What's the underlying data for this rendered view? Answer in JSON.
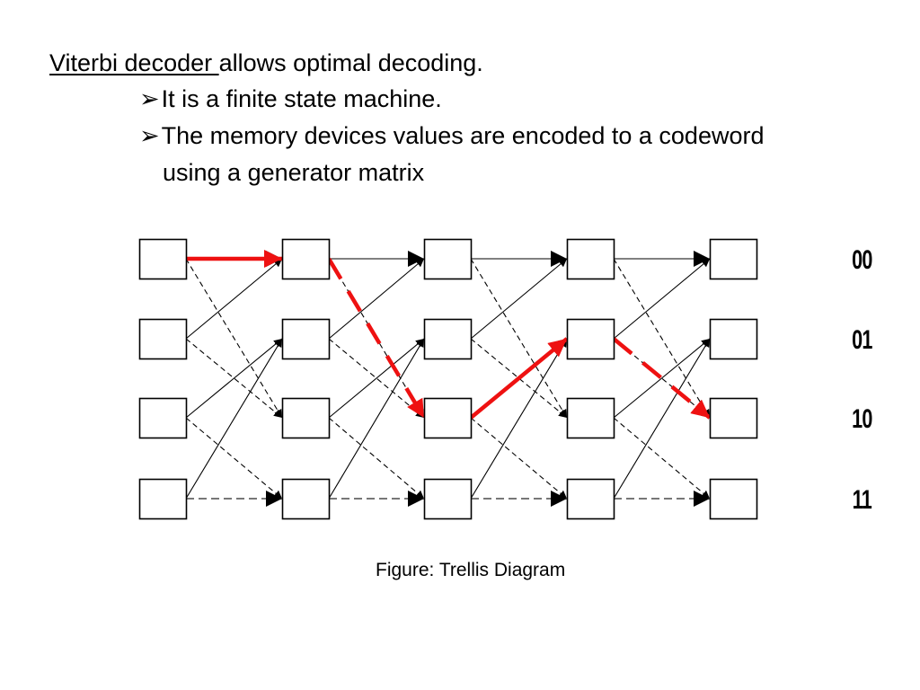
{
  "slide": {
    "heading_underlined": "Viterbi decoder ",
    "heading_rest": "allows optimal decoding.",
    "bullet_symbol": "➢",
    "bullet1": "It is a finite state machine.",
    "bullet2": "The memory devices values are encoded to a codeword",
    "bullet2_cont": "using a generator matrix",
    "caption": "Figure: Trellis Diagram"
  },
  "trellis": {
    "states": [
      "00",
      "01",
      "10",
      "11"
    ],
    "stages": 5,
    "colors": {
      "normal": "#000000",
      "dashed_gray": "#777777",
      "path": "#ee1111"
    },
    "transitions": [
      {
        "from": "00",
        "to": "00",
        "style": "solid"
      },
      {
        "from": "00",
        "to": "10",
        "style": "dashed"
      },
      {
        "from": "01",
        "to": "00",
        "style": "solid"
      },
      {
        "from": "01",
        "to": "10",
        "style": "dashed"
      },
      {
        "from": "10",
        "to": "01",
        "style": "solid"
      },
      {
        "from": "10",
        "to": "11",
        "style": "dashed"
      },
      {
        "from": "11",
        "to": "01",
        "style": "solid"
      },
      {
        "from": "11",
        "to": "11",
        "style": "dashed"
      }
    ],
    "highlighted_path": [
      {
        "stage": 0,
        "from": "00",
        "to": "00",
        "style": "solid"
      },
      {
        "stage": 1,
        "from": "00",
        "to": "10",
        "style": "dashed"
      },
      {
        "stage": 2,
        "from": "10",
        "to": "01",
        "style": "solid"
      },
      {
        "stage": 3,
        "from": "01",
        "to": "10",
        "style": "dashed"
      }
    ]
  }
}
